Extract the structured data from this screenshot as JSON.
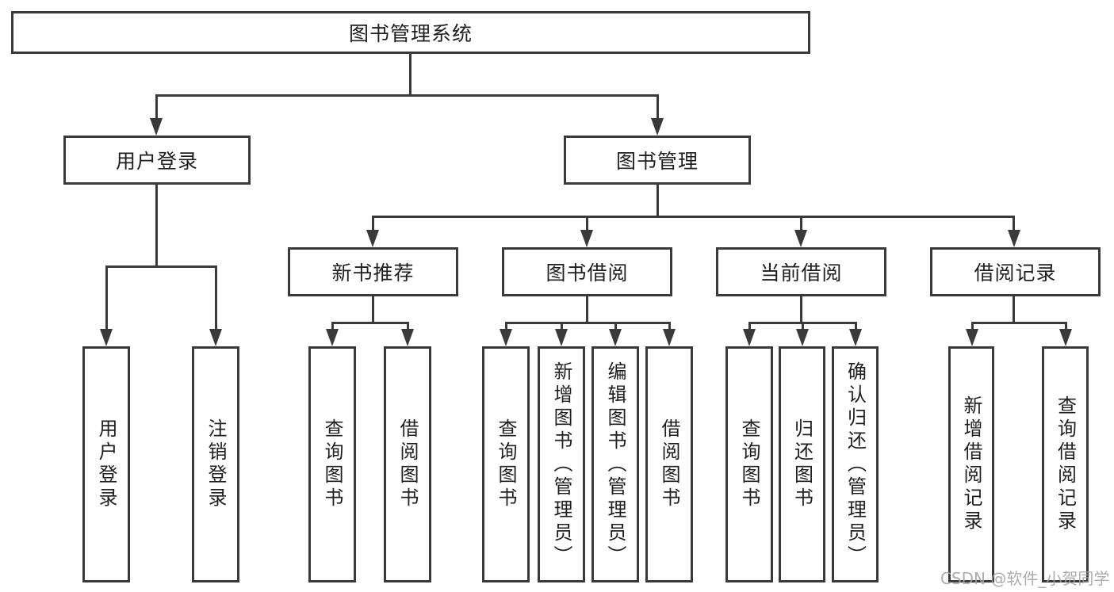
{
  "diagram": {
    "root": "图书管理系统",
    "level2": {
      "user_login": "用户登录",
      "book_management": "图书管理"
    },
    "level3": {
      "new_book_recommend": "新书推荐",
      "book_borrowing": "图书借阅",
      "current_borrowing": "当前借阅",
      "borrowing_records": "借阅记录"
    },
    "leaves": {
      "user_login": [
        "用户登录",
        "注销登录"
      ],
      "new_book_recommend": [
        "查询图书",
        "借阅图书"
      ],
      "book_borrowing": [
        "查询图书",
        "新增图书（管理员）",
        "编辑图书（管理员）",
        "借阅图书"
      ],
      "current_borrowing": [
        "查询图书",
        "归还图书",
        "确认归还（管理员）"
      ],
      "borrowing_records": [
        "新增借阅记录",
        "查询借阅记录"
      ]
    }
  },
  "watermark": "CSDN @软件_小贺同学",
  "colors": {
    "line": "#3a3a3a",
    "text": "#1f1f1f",
    "watermark": "#a4a4a4",
    "background": "#ffffff"
  }
}
